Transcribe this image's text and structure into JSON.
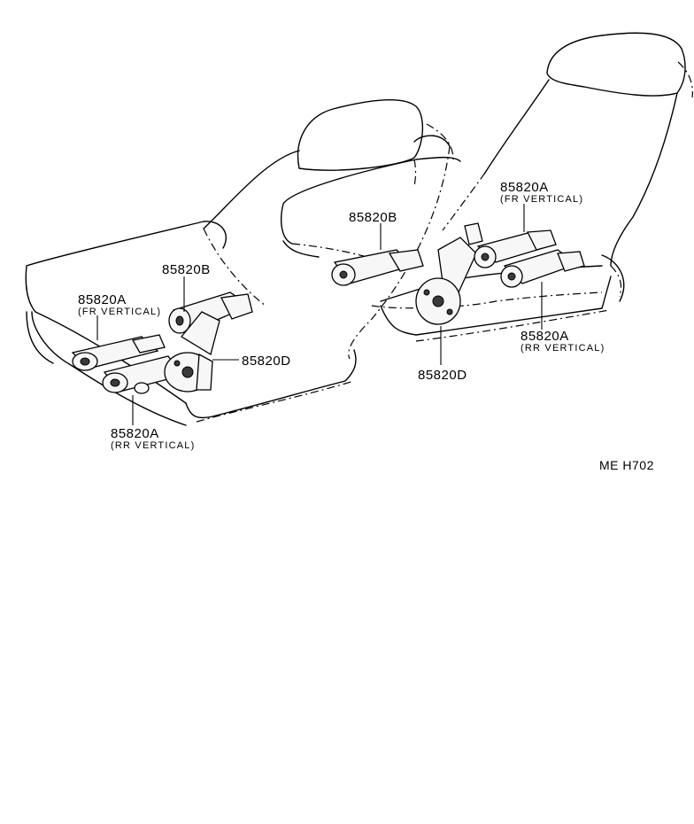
{
  "labels": {
    "left_front_vertical_part": "85820A",
    "left_front_vertical_note": "(FR VERTICAL)",
    "left_slide_part": "85820B",
    "left_recliner_part": "85820D",
    "left_rear_vertical_part": "85820A",
    "left_rear_vertical_note": "(RR VERTICAL)",
    "right_slide_part": "85820B",
    "right_front_vertical_part": "85820A",
    "right_front_vertical_note": "(FR VERTICAL)",
    "right_rear_vertical_part": "85820A",
    "right_rear_vertical_note": "(RR VERTICAL)",
    "right_recliner_part": "85820D",
    "illustration_code": "ME  H702"
  }
}
